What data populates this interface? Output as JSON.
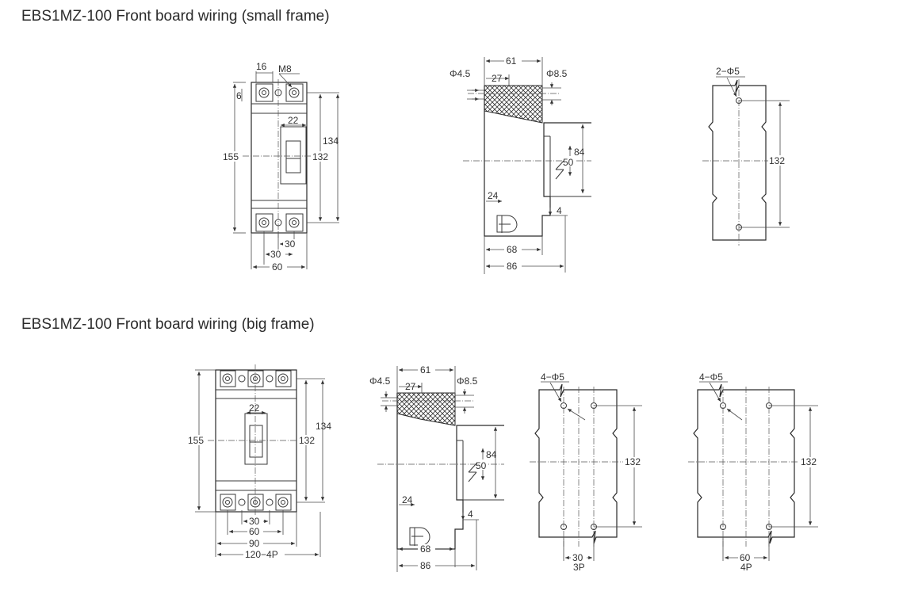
{
  "sections": {
    "small": {
      "title": "EBS1MZ-100 Front board wiring (small frame)",
      "front": {
        "d16": "16",
        "m8": "M8",
        "d6": "6",
        "d22": "22",
        "d155": "155",
        "d134": "134",
        "d132": "132",
        "d30a": "30",
        "d30b": "30",
        "d60": "60"
      },
      "side": {
        "phi45": "Φ4.5",
        "d27": "27",
        "d61": "61",
        "phi85": "Φ8.5",
        "d84": "84",
        "d50": "50",
        "d24": "24",
        "d4": "4",
        "d68": "68",
        "d86": "86"
      },
      "holes": {
        "label": "2−Φ5",
        "d132": "132"
      }
    },
    "big": {
      "title": "EBS1MZ-100 Front board wiring (big frame)",
      "front": {
        "d22": "22",
        "d155": "155",
        "d134": "134",
        "d132": "132",
        "d30": "30",
        "d60": "60",
        "d90": "90",
        "d120": "120−4P"
      },
      "side": {
        "phi45": "Φ4.5",
        "d27": "27",
        "d61": "61",
        "phi85": "Φ8.5",
        "d84": "84",
        "d50": "50",
        "d24": "24",
        "d4": "4",
        "d68": "68",
        "d86": "86"
      },
      "holes3p": {
        "label": "4−Φ5",
        "d132": "132",
        "d30": "30",
        "pole": "3P"
      },
      "holes4p": {
        "label": "4−Φ5",
        "d132": "132",
        "d60": "60",
        "pole": "4P"
      }
    }
  }
}
